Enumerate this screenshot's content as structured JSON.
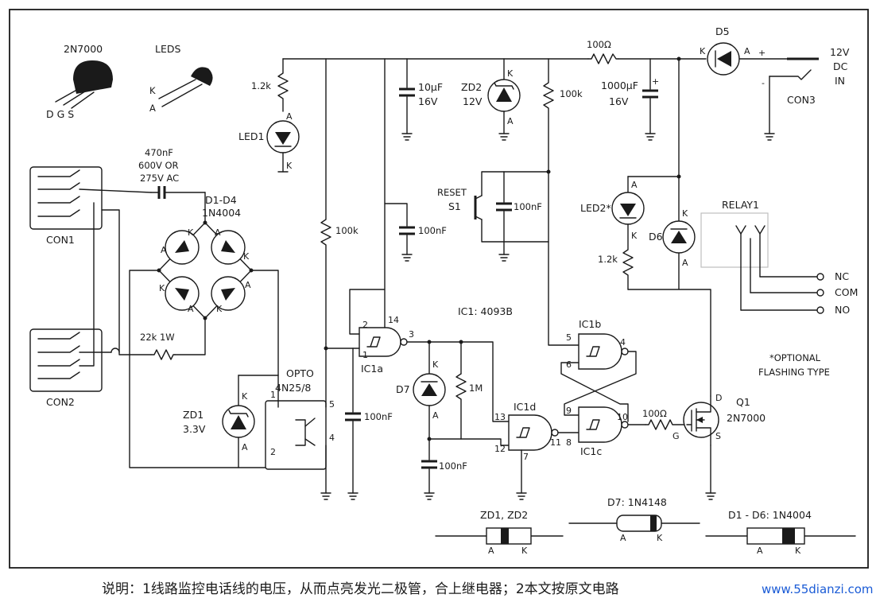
{
  "parts_header": {
    "transistor": "2N7000",
    "transistor_pins": "D G S",
    "leds": "LEDS",
    "led_k": "K",
    "led_a": "A"
  },
  "input_cap": {
    "value": "470nF",
    "rating1": "600V OR",
    "rating2": "275V AC"
  },
  "bridge": {
    "ref": "D1-D4",
    "part": "1N4004",
    "pin_a": "A",
    "pin_k": "K"
  },
  "connectors": {
    "con1": "CON1",
    "con2": "CON2",
    "con3": "CON3"
  },
  "resistors": {
    "r_led1": "1.2k",
    "r_22k": "22k 1W",
    "r_100k_left": "100k",
    "r_100k_mid": "100k",
    "r_100ohm_top": "100Ω",
    "r_1m": "1M",
    "r_100ohm_gate": "100Ω",
    "r_led2": "1.2k"
  },
  "capacitors": {
    "c_10uf": "10µF",
    "c_10uf_v": "16V",
    "c_1000uf": "1000µF",
    "c_1000uf_v": "16V",
    "c_100nf_a": "100nF",
    "c_100nf_b": "100nF",
    "c_100nf_c": "100nF",
    "c_100nf_d": "100nF"
  },
  "diodes": {
    "zd1": "ZD1",
    "zd1_v": "3.3V",
    "zd2": "ZD2",
    "zd2_v": "12V",
    "d5": "D5",
    "d6": "D6",
    "d7": "D7",
    "led1": "LED1",
    "led2": "LED2*",
    "pin_a": "A",
    "pin_k": "K"
  },
  "supply": {
    "v": "12V",
    "dc": "DC",
    "in": "IN",
    "plus": "+",
    "minus": "-"
  },
  "opto": {
    "title": "OPTO",
    "part": "4N25/8",
    "p1": "1",
    "p2": "2",
    "p4": "4",
    "p5": "5"
  },
  "reset": {
    "label": "RESET",
    "ref": "S1"
  },
  "ic": {
    "title": "IC1: 4093B",
    "ic1a": "IC1a",
    "ic1b": "IC1b",
    "ic1c": "IC1c",
    "ic1d": "IC1d",
    "p1": "1",
    "p2": "2",
    "p3": "3",
    "p4": "4",
    "p5": "5",
    "p6": "6",
    "p7": "7",
    "p8": "8",
    "p9": "9",
    "p10": "10",
    "p11": "11",
    "p12": "12",
    "p13": "13",
    "p14": "14"
  },
  "mosfet": {
    "ref": "Q1",
    "part": "2N7000",
    "d": "D",
    "g": "G",
    "s": "S"
  },
  "relay": {
    "ref": "RELAY1",
    "nc": "NC",
    "com": "COM",
    "no": "NO"
  },
  "note": {
    "line1": "*OPTIONAL",
    "line2": "FLASHING TYPE"
  },
  "legend": {
    "zd": "ZD1, ZD2",
    "d7": "D7: 1N4148",
    "d16": "D1 - D6: 1N4004",
    "a": "A",
    "k": "K"
  },
  "caption": {
    "text": "说明：1线路监控电话线的电压，从而点亮发光二极管，合上继电器；2本文按原文电路",
    "watermark": "www.55dianzi.com"
  }
}
